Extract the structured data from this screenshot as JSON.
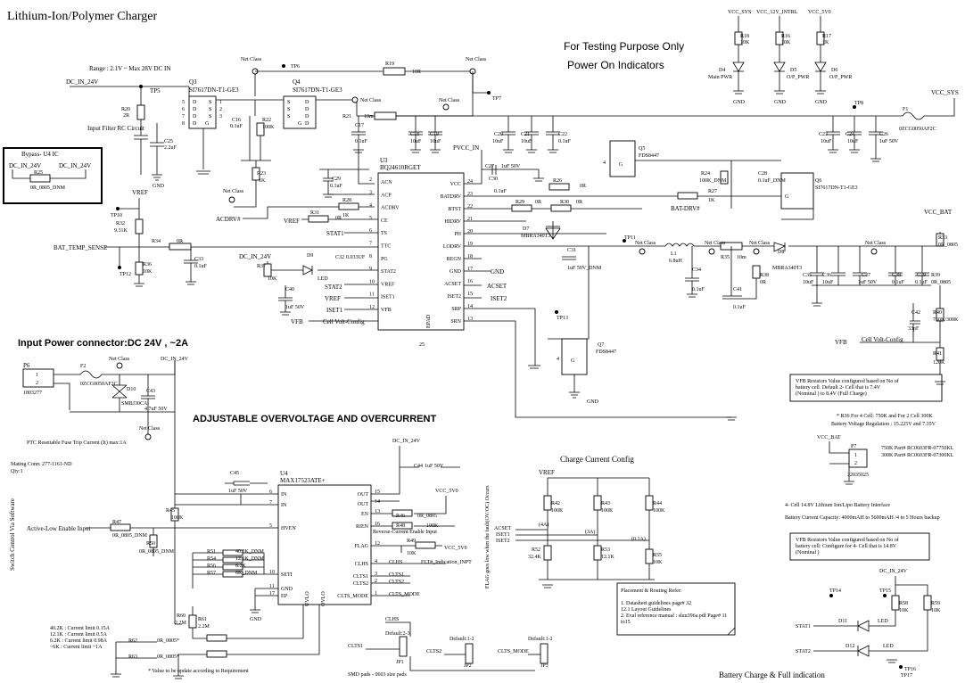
{
  "titles": {
    "main": "Lithium-Ion/Polymer  Charger",
    "testing_line1": "For Testing Purpose Only",
    "testing_line2": "Power On Indicators",
    "input_power": "Input Power connector:DC 24V , ~2A",
    "adjustable": "ADJUSTABLE OVERVOLTAGE AND OVERCURRENT",
    "charge_current": "Charge Current Config",
    "battery_indication": "Battery Charge & Full indication"
  },
  "notes": {
    "range": "Range : 2.1V ~ Max 28V DC IN",
    "input_filter": "Input Filter RC Circuit",
    "bypass": "Bypass- U4 IC",
    "ptc": "PTC Resettable Fuse Trip Current (It) max:1A",
    "mating": "Mating Conn: 277-1161-ND",
    "qty": "Qty:1",
    "current_limits": [
      "40.2K : Current limit 0.15A",
      "12.1K : Current limit 0.5A",
      "6.2K : Current limit 0.98A",
      "~6K : Current limit ~1A"
    ],
    "value_note": "* Value to be update according to Requirement",
    "smd": "SMD pads - 0603 size pads",
    "switch_control": "Switch Control Via Software",
    "flag_note": "FLAG goes low when the fault(OV/OC) Occurs",
    "vfb_note1": [
      "VFB Resistors Value configured based on No of",
      "battery cell. Default 2- Cell that is 7.4V",
      "(Nominal ) to 8.4V (Full Charge)"
    ],
    "r36_note": [
      "* R36 For 4 Cell: 750K and For 2 Cell 300K",
      "Battery Voltage Regulation : 15.225V and 7.35V"
    ],
    "part_note": [
      "750K Part# RC0603FR-07750KL",
      "300K Part# RC0603FR-07300KL"
    ],
    "cell_note": "4- Cell 14.8V Lithium Ion/Lipo Battery Interface",
    "capacity_note": "Battery Current Capacity: 4000mAH to 5600mAH /4 to 5 Hours backup",
    "vfb_note2": [
      "VFB Resistors Value configured based on No of",
      "battery cell: Configure for  4- Cell that is 14.8V",
      "(Nominal )"
    ],
    "placement": [
      "Placement & Routing Refer:",
      "1. Datasheet guidelines page# 32",
      "12.1 Layout Guidelines",
      "2. Eval reference manual : sluu396a.pdf Page# 11",
      "to15"
    ]
  },
  "nets": {
    "dc_in": "DC_IN_24V",
    "vcc_sys": "VCC_SYS",
    "vcc_12v": "VCC_12V_INTRL",
    "vcc_5v0": "VCC_5V0",
    "vcc_bat": "VCC_BAT",
    "vref": "VREF",
    "bat_temp": "BAT_TEMP_SENSE",
    "acdrv": "ACDRV#",
    "batdrv": "BAT-DRV#",
    "pvcc": "PVCC_IN",
    "stat1": "STAT1",
    "stat2": "STAT2",
    "vfb": "VFB",
    "cell_volt": "Cell Volt-Config",
    "acset": "ACSET",
    "iset1": "ISET1",
    "iset2": "ISET2",
    "active_low": "Active-Low Enable Input",
    "reverse": "Reverse-Current Enable Input",
    "flt": "FLT#_Indication_INPT",
    "clhs": "CLHS",
    "clts1": "CLTS1",
    "clts2": "CLTS2",
    "clts_mode": "CLTS_MODE",
    "net_class": "Net Class",
    "gnd": "GND",
    "main_pwr": "Main PWR",
    "op_pwr": "O/P_PWR"
  },
  "u3": {
    "ref": "U3",
    "part": "BQ24610RGET",
    "left_pins": [
      {
        "num": "2",
        "name": "ACN"
      },
      {
        "num": "3",
        "name": "ACP"
      },
      {
        "num": "4",
        "name": "ACDRV"
      },
      {
        "num": "5",
        "name": "CE"
      },
      {
        "num": "6",
        "name": "TS"
      },
      {
        "num": "7",
        "name": "TTC"
      },
      {
        "num": "8",
        "name": "PG"
      },
      {
        "num": "9",
        "name": "STAT2"
      },
      {
        "num": "10",
        "name": "VREF"
      },
      {
        "num": "11",
        "name": "ISET1"
      },
      {
        "num": "12",
        "name": "VFB"
      }
    ],
    "right_pins": [
      {
        "num": "24",
        "name": "VCC"
      },
      {
        "num": "23",
        "name": "BATDRV"
      },
      {
        "num": "22",
        "name": "BTST"
      },
      {
        "num": "21",
        "name": "HIDRV"
      },
      {
        "num": "20",
        "name": "PH"
      },
      {
        "num": "19",
        "name": "LODRV"
      },
      {
        "num": "18",
        "name": "REGN"
      },
      {
        "num": "17",
        "name": "GND"
      },
      {
        "num": "16",
        "name": "ACSET"
      },
      {
        "num": "15",
        "name": "ISET2"
      },
      {
        "num": "14",
        "name": "SRP"
      },
      {
        "num": "13",
        "name": "SRN"
      }
    ],
    "pad": "EPAD",
    "pad_num": "25"
  },
  "u4": {
    "ref": "U4",
    "part": "MAX17523ATE+",
    "left_pins": [
      {
        "num": "6",
        "name": "IN"
      },
      {
        "num": "7",
        "name": "IN"
      },
      {
        "num": "5",
        "name": "HVEN"
      },
      {
        "num": "10",
        "name": "SETI"
      },
      {
        "num": "11",
        "name": "GND"
      },
      {
        "num": "17",
        "name": "EP"
      }
    ],
    "right_pins": [
      {
        "num": "15",
        "name": "OUT"
      },
      {
        "num": "14",
        "name": "OUT"
      },
      {
        "num": "13",
        "name": "EN"
      },
      {
        "num": "16",
        "name": "RIEN"
      },
      {
        "num": "12",
        "name": "FLAG"
      },
      {
        "num": "4",
        "name": "CLHS"
      },
      {
        "num": "3",
        "name": "CLTS1"
      },
      {
        "num": "2",
        "name": "CLTS2"
      },
      {
        "num": "1",
        "name": "CLTS_MODE"
      }
    ],
    "bottom": [
      "UVLO",
      "OVLO"
    ]
  },
  "parts": {
    "q3": [
      "Q3",
      "SI7617DN-T1-GE3"
    ],
    "q4": [
      "Q4",
      "SI7617DN-T1-GE3"
    ],
    "q5": [
      "Q5",
      "FDS8447"
    ],
    "q6": [
      "Q6",
      "SI7617DN-T1-GE3"
    ],
    "q7": [
      "Q7",
      "FDS8447"
    ],
    "r19": [
      "R19",
      "10R"
    ],
    "r20": [
      "R20",
      "2R"
    ],
    "r21": [
      "R21",
      "10m"
    ],
    "r22": [
      "R22",
      "100K"
    ],
    "r23": [
      "R23",
      "1K"
    ],
    "r24": [
      "R24",
      "100K_DNM"
    ],
    "r25": [
      "R25",
      "0R_0805_DNM"
    ],
    "r26": [
      "R26",
      "0R"
    ],
    "r27": [
      "R27",
      "1K"
    ],
    "r28": [
      "R28",
      "1K"
    ],
    "r29": [
      "R29",
      "0R"
    ],
    "r30": [
      "R30",
      "0R"
    ],
    "r31": [
      "R31",
      "0R"
    ],
    "r32": [
      "R32",
      "9.31K"
    ],
    "r33": [
      "R33",
      "0R_0805"
    ],
    "r34": [
      "R34",
      "0R"
    ],
    "r35": [
      "R35",
      "10m"
    ],
    "r36": [
      "R36",
      "10K"
    ],
    "r37": [
      "R37",
      "10K"
    ],
    "r38": [
      "R38",
      "0R"
    ],
    "r39": [
      "R39",
      "0R_0805"
    ],
    "r40": [
      "R40",
      "750K/300K"
    ],
    "r41": [
      "R41",
      "120K"
    ],
    "r42": [
      "R42",
      "100K"
    ],
    "r43": [
      "R43",
      "100K"
    ],
    "r44": [
      "R44",
      "100K"
    ],
    "r45": [
      "R45",
      "100K"
    ],
    "r46": [
      "R46",
      "0R_0805"
    ],
    "r47": [
      "R47",
      "0R_0805_DNM"
    ],
    "r48": [
      "R48",
      "100K"
    ],
    "r49": [
      "R49",
      "10K"
    ],
    "r50": [
      "R50",
      "0R_0805_DNM"
    ],
    "r51": [
      "R51",
      "40.2K_DNM"
    ],
    "r52": [
      "R52",
      "32.4K"
    ],
    "r53": [
      "R53",
      "12.1K"
    ],
    "r54": [
      "R54",
      "12.1K_DNM"
    ],
    "r55": [
      "R55",
      "10K"
    ],
    "r56": [
      "R56",
      "6.2K"
    ],
    "r57": [
      "R57",
      "6K_DNM"
    ],
    "r58": [
      "R58",
      "10K"
    ],
    "r59": [
      "R59",
      "10K"
    ],
    "r60": [
      "R60",
      "2.2M"
    ],
    "r61": [
      "R61",
      "2.2M"
    ],
    "r62": [
      "R62",
      "0R_0805*"
    ],
    "r63": [
      "R63",
      "0R_0805*"
    ],
    "r16": [
      "R16",
      "10K"
    ],
    "r17": [
      "R17",
      "1K"
    ],
    "r18": [
      "R18",
      "10K"
    ],
    "c16": [
      "C16",
      "0.1uF"
    ],
    "c17": [
      "C17",
      "0.1uF"
    ],
    "c25": [
      "C25",
      "2.2uF"
    ],
    "c29": [
      "C29",
      "0.1uF"
    ],
    "c31": [
      "C31",
      "1uF 50V_DNM"
    ],
    "c32": [
      "C32",
      "0.033UF"
    ],
    "c33": [
      "C33",
      "0.1uF"
    ],
    "c34": [
      "C34",
      "0.1uF"
    ],
    "c40": [
      "C40",
      "1uF 50V"
    ],
    "c41": [
      "C41",
      "0.1uF"
    ],
    "c42": [
      "C42",
      "33pF"
    ],
    "c43": [
      "C43",
      "4.7uF 50V"
    ],
    "c44": [
      "C44",
      "1uF 50V"
    ],
    "c45": [
      "C45",
      "1uF 50V"
    ],
    "c27": [
      "C27",
      "1uF 50V"
    ],
    "c28": [
      "C28",
      "0.1uF_DNM"
    ],
    "c30": [
      "C30",
      "0.1uF"
    ],
    "l1": [
      "L1",
      "6.8uH"
    ],
    "f1": [
      "F1",
      "0ZCG0050AF2C"
    ],
    "f2": [
      "F2",
      "0ZCG0050AF2C"
    ],
    "d4": [
      "D4",
      "Main PWR"
    ],
    "d5": [
      "D5",
      "O/P_PWR"
    ],
    "d6": [
      "D6",
      "O/P_PWR"
    ],
    "d7": [
      "D7",
      "MBRA340T3"
    ],
    "d8": [
      "D8",
      "MBRA340T3"
    ],
    "d9": [
      "D9",
      "LED"
    ],
    "d10": [
      "D10",
      "SMBJ30CA"
    ],
    "d11": [
      "D11",
      "LED"
    ],
    "d12": [
      "D12",
      "LED"
    ],
    "p6": [
      "P6",
      "1803277"
    ],
    "p7": [
      "P7",
      "22035025"
    ],
    "jp1": "JP1",
    "jp2": "JP2",
    "jp3": "JP3",
    "default_23": "Default:2-3",
    "default_12": "Default:1-2"
  },
  "testpoints": [
    "TP5",
    "TP6",
    "TP7",
    "TP8",
    "TP10",
    "TP11",
    "TP12",
    "TP13",
    "TP14",
    "TP15",
    "TP16",
    "TP17"
  ],
  "charge_levels": [
    "(4A)",
    "(3A)",
    "(0.1A)"
  ]
}
